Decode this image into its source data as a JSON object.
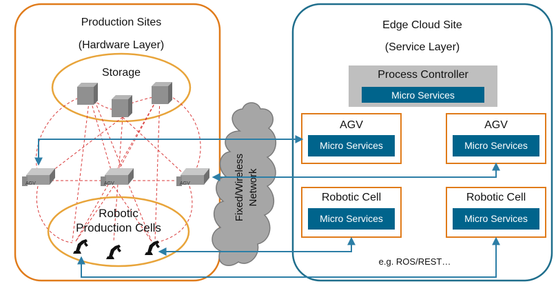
{
  "colors": {
    "production_border": "#e07b1a",
    "edge_border": "#1f6e8c",
    "micro_service_fill": "#00648c",
    "connector": "#2c7ea6",
    "dashed_link": "#d83a3a",
    "process_controller_fill": "#bfbfbf",
    "cloud_fill": "#a6a6a6"
  },
  "production_sites": {
    "title_line1": "Production Sites",
    "title_line2": "(Hardware Layer)",
    "storage_label": "Storage",
    "agv_tag": "AGV",
    "robotic_label_line1": "Robotic",
    "robotic_label_line2": "Production Cells"
  },
  "network": {
    "label_line1": "Fixed/Wireless",
    "label_line2": "Network"
  },
  "edge_cloud": {
    "title_line1": "Edge Cloud Site",
    "title_line2": "(Service Layer)",
    "process_controller": {
      "title": "Process Controller",
      "service_label": "Micro Services"
    },
    "services": [
      {
        "title": "AGV",
        "service_label": "Micro Services"
      },
      {
        "title": "AGV",
        "service_label": "Micro Services"
      },
      {
        "title": "Robotic Cell",
        "service_label": "Micro Services"
      },
      {
        "title": "Robotic Cell",
        "service_label": "Micro Services"
      }
    ],
    "protocol_note": "e.g. ROS/REST…"
  },
  "icons": [
    "storage-cube-icon",
    "agv-vehicle-icon",
    "robot-arm-icon",
    "network-cloud-icon"
  ]
}
